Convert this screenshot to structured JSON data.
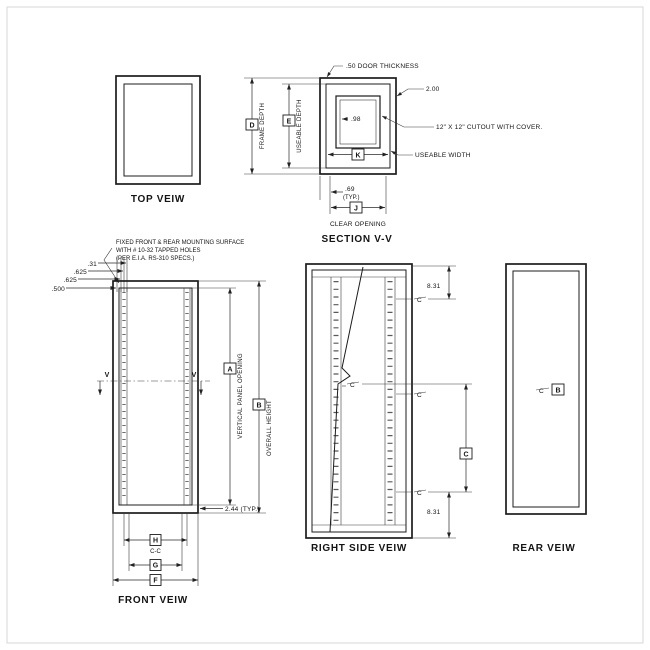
{
  "drawing": {
    "background": "#ffffff",
    "line_color": "#1c1c1c"
  },
  "top_view": {
    "title": "TOP VEIW"
  },
  "section_view": {
    "title": "SECTION V-V",
    "door_thickness_note": ".50 DOOR THICKNESS",
    "dim_wall": "2.00",
    "dim_cover_offset": ".98",
    "cutout_note": "12\" X 12\" CUTOUT WITH COVER.",
    "useable_width_label": "USEABLE WIDTH",
    "frame_depth_letter": "D",
    "frame_depth_label": "FRAME DEPTH",
    "useable_depth_letter": "E",
    "useable_depth_label": "USEABLE DEPTH",
    "useable_width_letter": "K",
    "dim_door_gap": ".69",
    "typ_label": "(TYP.)",
    "clear_opening_letter": "J",
    "clear_opening_label": "CLEAR OPENING"
  },
  "front_view": {
    "title": "FRONT VEIW",
    "note_line1": "FIXED FRONT & REAR MOUNTING SURFACE",
    "note_line2": "WITH # 10-32 TAPPED HOLES",
    "note_line3": "(PER E.I.A. RS-310 SPECS.)",
    "dim_31": ".31",
    "dim_625": ".625",
    "dim_500": ".500",
    "section_letter": "V",
    "panel_opening_letter": "A",
    "panel_opening_label": "VERTICAL PANEL OPENING",
    "overall_height_letter": "B",
    "overall_height_label": "OVERALL HEIGHT",
    "dim_244": "2.44 (TYP.)",
    "dim_h_letter": "H",
    "dim_cc_label": "C-C",
    "dim_g_letter": "G",
    "dim_f_letter": "F"
  },
  "right_side_view": {
    "title": "RIGHT SIDE VEIW",
    "dim_831_top": "8.31",
    "dim_831_bottom": "8.31",
    "hole_span_letter": "C"
  },
  "rear_view": {
    "title": "REAR VEIW",
    "height_letter": "B"
  },
  "symbols": {
    "centerline": "C"
  }
}
